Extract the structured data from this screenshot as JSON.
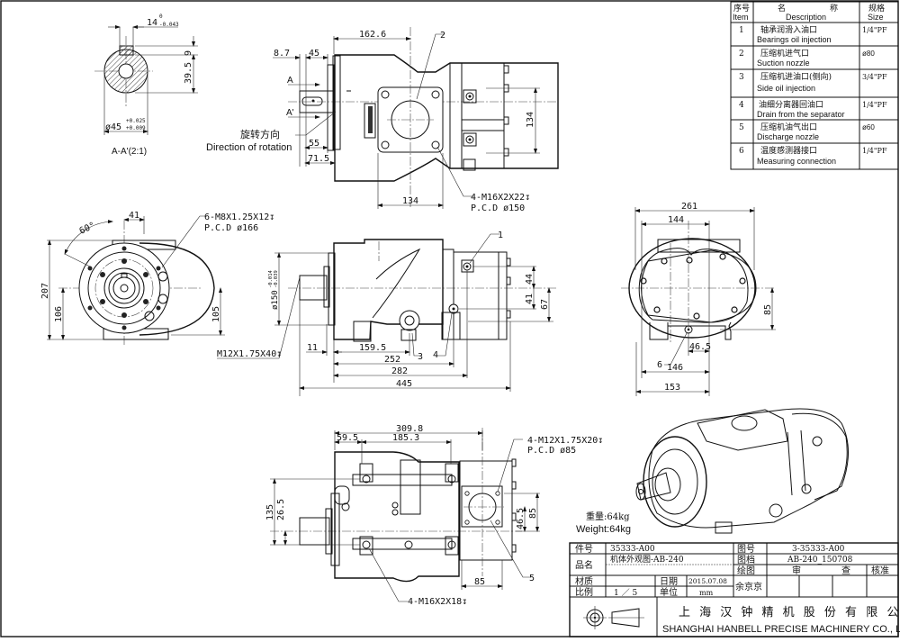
{
  "drawing": {
    "title_cn": "机体外观图-AB-240",
    "section_label": "A-A'(2:1)",
    "section_marks": {
      "a": "A",
      "a_prime": "A'"
    },
    "rotation_label_cn": "旋转方向",
    "rotation_label_en": "Direction of rotation",
    "weight_cn": "重量:64kg",
    "weight_en": "Weight:64kg"
  },
  "section_view": {
    "key_width": "14",
    "key_tol_upper": "0",
    "key_tol_lower": "-0.043",
    "key_height": "9",
    "shaft_height": "39.5",
    "shaft_dia": "ø45",
    "shaft_tol_upper": "+0.025",
    "shaft_tol_lower": "+0.009"
  },
  "top_view": {
    "dims": [
      "8.7",
      "45",
      "162.6",
      "55",
      "71.5",
      "134",
      "134"
    ],
    "balloon": "2",
    "note_line1": "4-M16X2X22↧",
    "note_line2": "P.C.D ø150"
  },
  "front_view": {
    "angle": "60°",
    "dim_41": "41",
    "dim_207": "207",
    "dim_106": "106",
    "dim_105": "105",
    "note_line1": "6-M8X1.25X12↧",
    "note_line2": "P.C.D ø166",
    "thread_note": "M12X1.75X40↧"
  },
  "side_view": {
    "flange_dia": "ø150",
    "flange_tol_upper": "-0.014",
    "flange_tol_lower": "-0.039",
    "dims": {
      "d11": "11",
      "d159": "159.5",
      "d252": "252",
      "d282": "282",
      "d445": "445",
      "d44": "44",
      "d41": "41",
      "d67": "67"
    },
    "balloons": [
      "1",
      "3",
      "4"
    ]
  },
  "rear_view": {
    "dims": {
      "d261": "261",
      "d144": "144",
      "d85": "85",
      "d46": "46.5",
      "d146": "146",
      "d153": "153"
    },
    "balloon": "6"
  },
  "bottom_view": {
    "dims": {
      "d309": "309.8",
      "d59": "59.5",
      "d185": "185.3",
      "d135": "135",
      "d26": "26.5",
      "d85a": "85",
      "d46": "46.5",
      "d85b": "85"
    },
    "note_top_line1": "4-M12X1.75X20↧",
    "note_top_line2": "P.C.D ø85",
    "note_bottom": "4-M16X2X18↧",
    "balloon": "5"
  },
  "parts_table": {
    "headers": {
      "item_cn": "序号",
      "item_en": "Item",
      "desc_cn_1": "名",
      "desc_cn_2": "称",
      "desc_en": "Description",
      "size_cn": "规格",
      "size_en": "Size"
    },
    "rows": [
      {
        "item": "1",
        "cn": "轴承润滑入油口",
        "en": "Bearings oil injection",
        "size": "1/4\"PF"
      },
      {
        "item": "2",
        "cn": "压缩机进气口",
        "en": "Suction nozzle",
        "size": "ø80"
      },
      {
        "item": "3",
        "cn": "压缩机进油口(侧向)",
        "en": "Side oil injection",
        "size": "3/4\"PF"
      },
      {
        "item": "4",
        "cn": "油细分离器回油口",
        "en": "Drain from the separator",
        "size": "1/4\"PF"
      },
      {
        "item": "5",
        "cn": "压缩机油气出口",
        "en": "Discharge nozzle",
        "size": "ø60"
      },
      {
        "item": "6",
        "cn": "温度感测器接口",
        "en": "Measuring connection",
        "size": "1/4\"PF"
      }
    ]
  },
  "title_block": {
    "part_no_label": "件号",
    "part_no": "35333-A00",
    "drawing_no_label": "图号",
    "drawing_no": "3-35333-A00",
    "name_label": "品名",
    "name": "机体外观图-AB-240",
    "file_label": "图档",
    "file": "AB-240_150708",
    "drawn_label": "绘图",
    "review_label": "审",
    "check_label": "查",
    "approve_label": "核准",
    "material_label": "材质",
    "material": "",
    "date_label": "日期",
    "date": "2015.07.08",
    "drawer": "余京京",
    "scale_label": "比例",
    "scale": "1 ／ 5",
    "unit_label": "单位",
    "unit": "mm",
    "company_cn": "上 海 汉 钟 精 机 股 份 有 限 公 司",
    "company_en": "SHANGHAI HANBELL PRECISE MACHINERY CO., LTD."
  }
}
